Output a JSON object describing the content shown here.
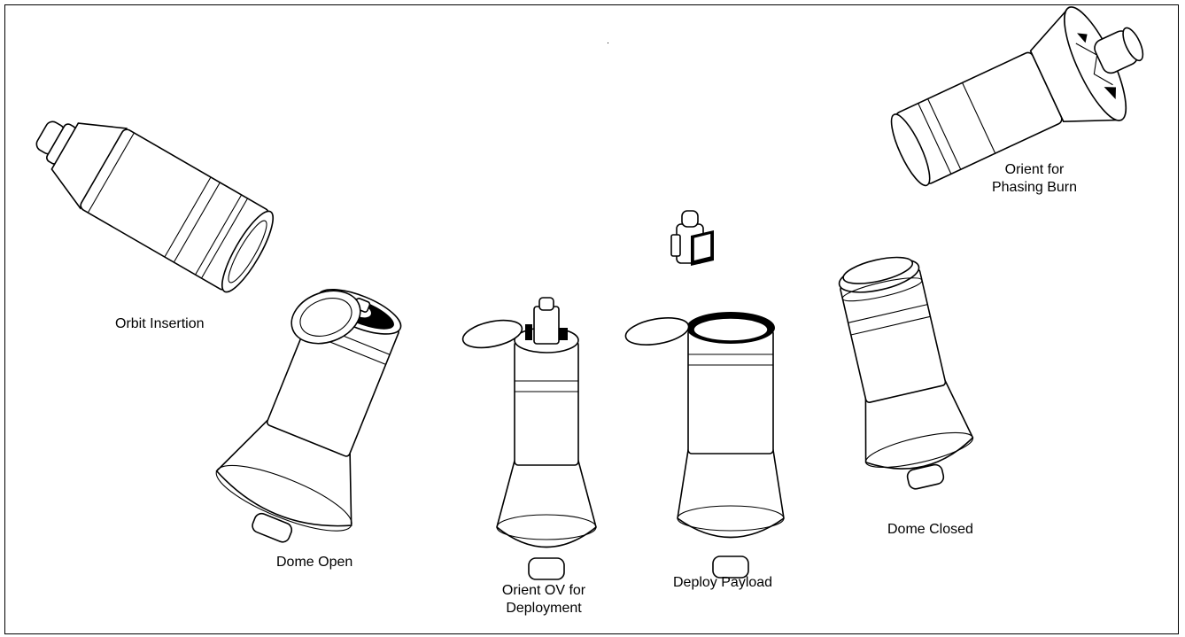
{
  "labels": {
    "orbit_insertion": "Orbit Insertion",
    "dome_open": "Dome Open",
    "orient_ov_line1": "Orient OV for",
    "orient_ov_line2": "Deployment",
    "deploy_payload": "Deploy Payload",
    "dome_closed": "Dome Closed",
    "phasing_line1": "Orient for",
    "phasing_line2": "Phasing Burn"
  }
}
